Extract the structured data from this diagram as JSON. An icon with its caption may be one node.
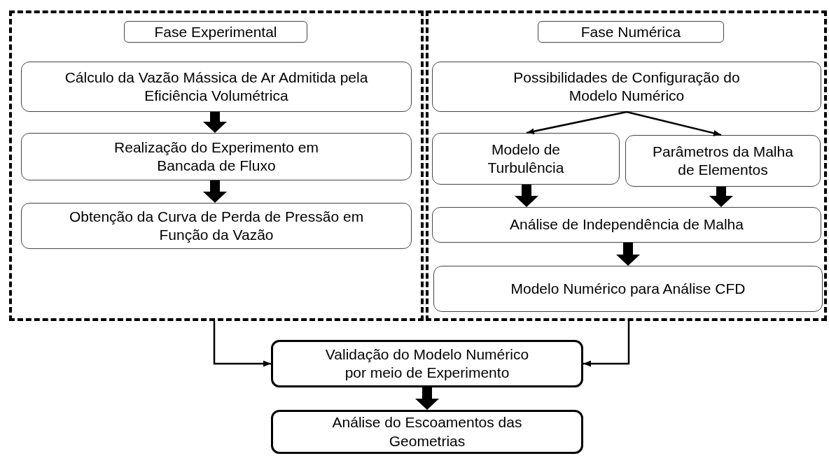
{
  "diagram": {
    "nodes": [
      {
        "text": [],
        "shape": "box"
      },
      {
        "text": [
          "Fase Experimental"
        ],
        "in": 0
      },
      {
        "text": [
          "Cálculo da Vazão Mássica de Ar Admitida pela Eficiência Volumétrica"
        ],
        "in": 0
      },
      {
        "text": [
          "Realização do Experimento em Bancada de Fluxo"
        ],
        "in": 0
      },
      {
        "text": [
          "Obtenção da Curva de Perda de Pressão em Função da Vazão"
        ],
        "in": 0
      },
      {
        "text": [],
        "shape": "box"
      },
      {
        "text": [
          "Fase Numérica"
        ],
        "in": 5
      },
      {
        "text": [
          "Possibilidades de Configuração do Modelo Numérico"
        ],
        "in": 5
      },
      {
        "text": [
          "Modelo de Turbulência"
        ],
        "in": 5
      },
      {
        "text": [
          "Parâmetros da Malha de Elementos"
        ],
        "in": 5
      },
      {
        "text": [
          "Análise de Independência de Malha"
        ],
        "in": 5
      },
      {
        "text": [
          "Modelo Numérico para Análise CFD"
        ],
        "in": 5
      },
      {
        "text": [
          "Validação do Modelo Numérico por meio de Experimento"
        ]
      },
      {
        "text": [
          "Análise do Escoamentos das Geometrias"
        ]
      }
    ],
    "edges": [
      {
        "from": 2,
        "to": 3,
        "arrow": "to"
      },
      {
        "from": 3,
        "to": 4,
        "arrow": "to"
      },
      {
        "from": 7,
        "to": 8,
        "arrow": "to"
      },
      {
        "from": 7,
        "to": 9,
        "arrow": "to"
      },
      {
        "from": 8,
        "to": 10,
        "arrow": "to"
      },
      {
        "from": 9,
        "to": 10,
        "arrow": "to"
      },
      {
        "from": 10,
        "to": 11,
        "arrow": "to"
      },
      {
        "from": 0,
        "to": 12,
        "arrow": "to"
      },
      {
        "from": 5,
        "to": 12,
        "arrow": "to"
      },
      {
        "from": 12,
        "to": 13,
        "arrow": "to"
      }
    ]
  }
}
